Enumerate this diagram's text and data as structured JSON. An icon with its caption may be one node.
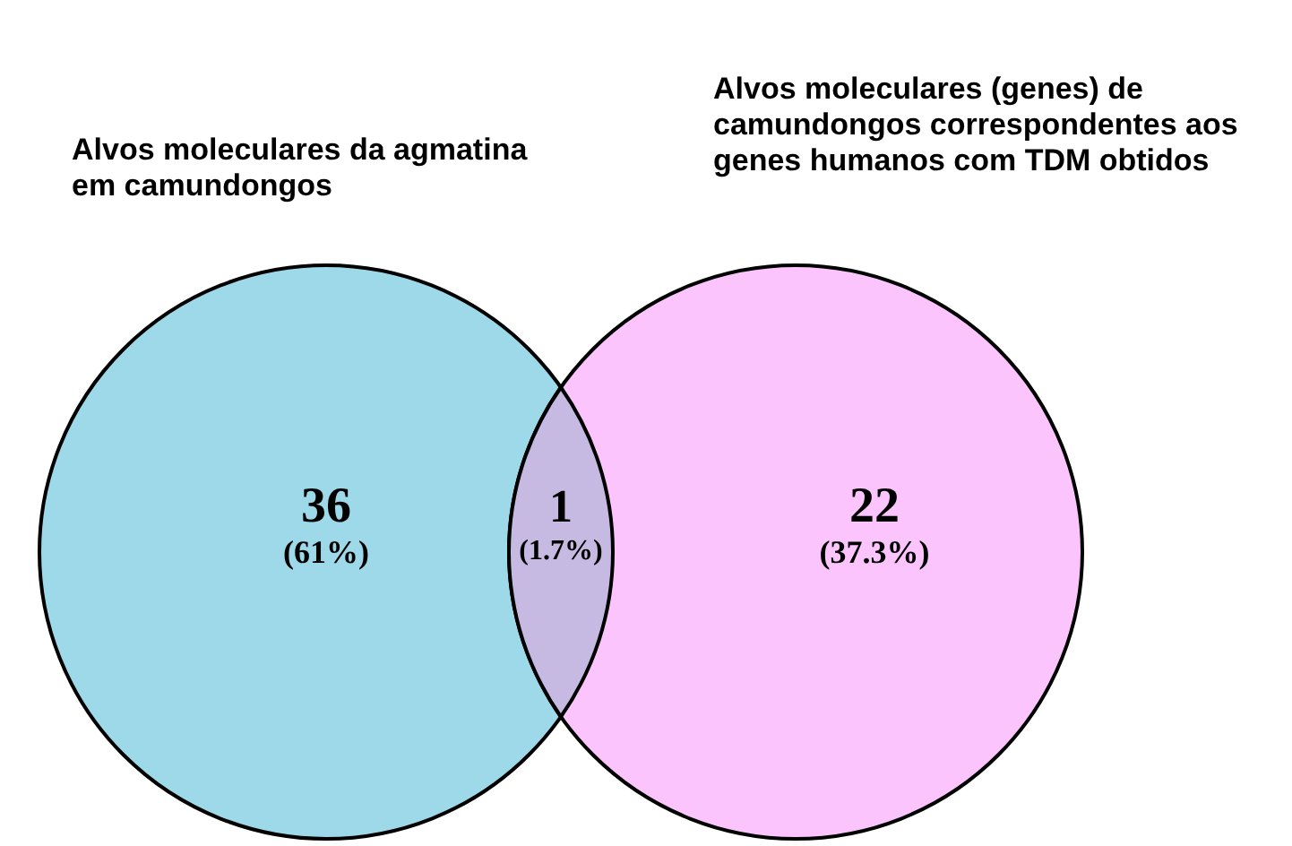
{
  "diagram": {
    "nodes": [
      {
        "text": [
          "Alvos moleculares da agmatina em camundongos",
          "36",
          "(61%)"
        ]
      },
      {
        "text": [
          "Alvos moleculares (genes) de camundongos correspondentes aos genes humanos com TDM obtidos",
          "22",
          "(37.3%)"
        ]
      },
      {
        "text": [
          "1",
          "(1.7%)"
        ]
      }
    ],
    "edges": []
  }
}
